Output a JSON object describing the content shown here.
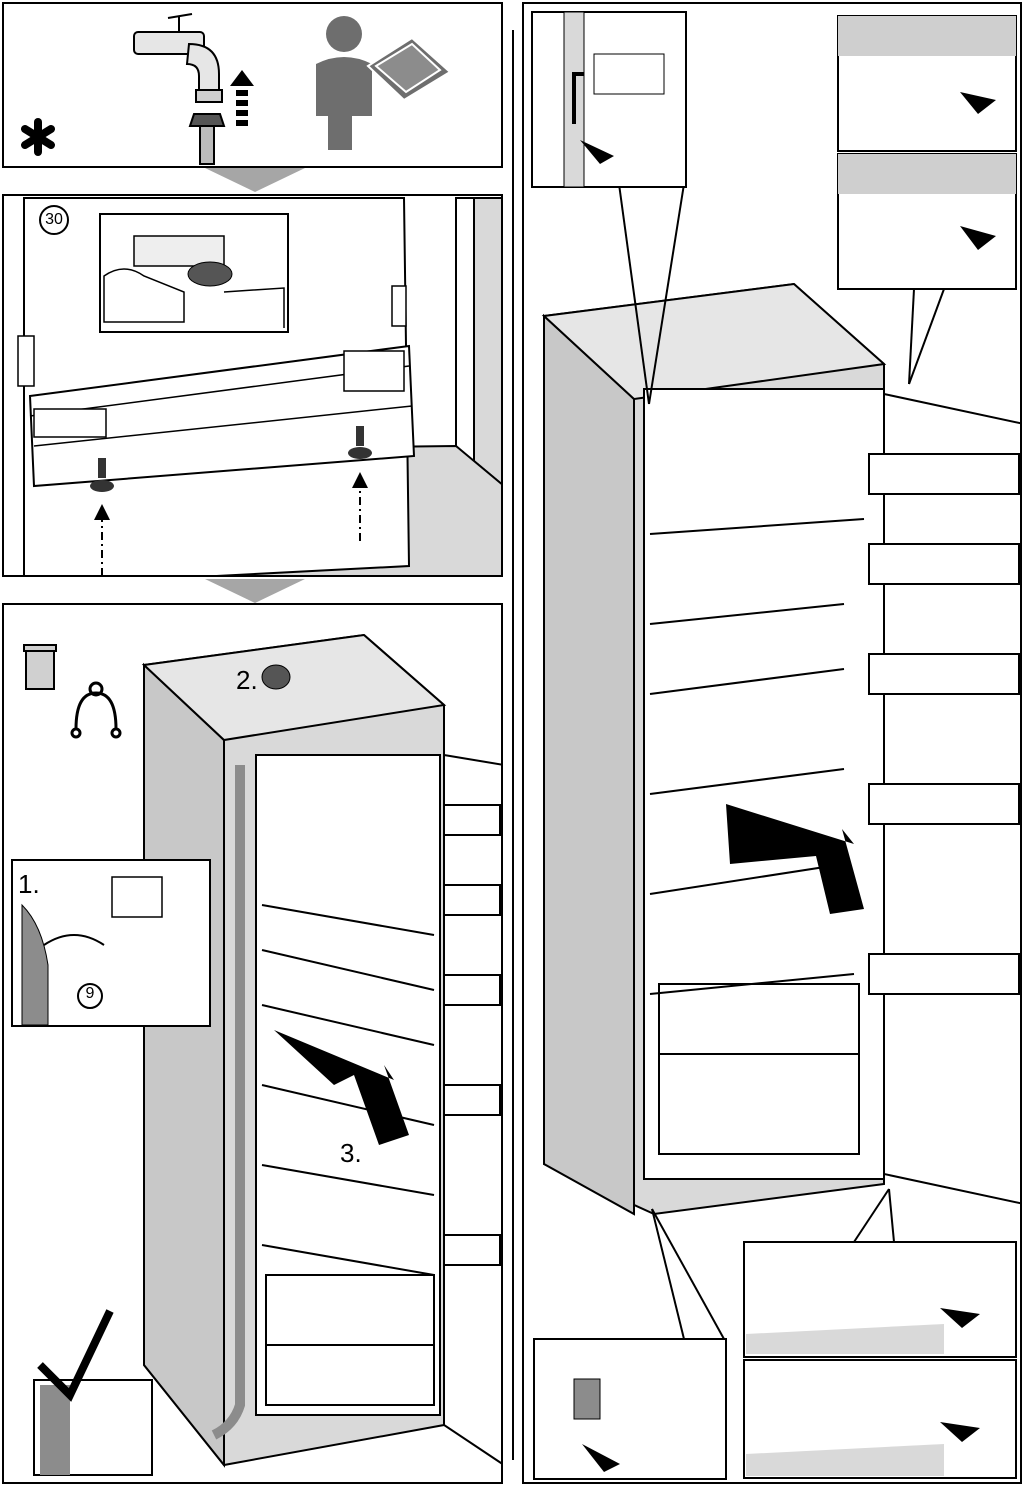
{
  "colors": {
    "line": "#000000",
    "fill_gray": "#8c8c8c",
    "fill_light": "#d9d9d9",
    "arrow_gray": "#a6a6a6"
  },
  "steps": {
    "step_top": {
      "marker": "*",
      "icons": [
        "water-tap-icon",
        "read-manual-icon"
      ]
    },
    "step_mid": {
      "badge": "30"
    },
    "step_bottom": {
      "label_1": "1.",
      "label_2": "2.",
      "label_3": "3.",
      "badge": "9",
      "icons": [
        "recycle-bin-icon",
        "hook-icon",
        "checkmark-icon"
      ]
    }
  }
}
